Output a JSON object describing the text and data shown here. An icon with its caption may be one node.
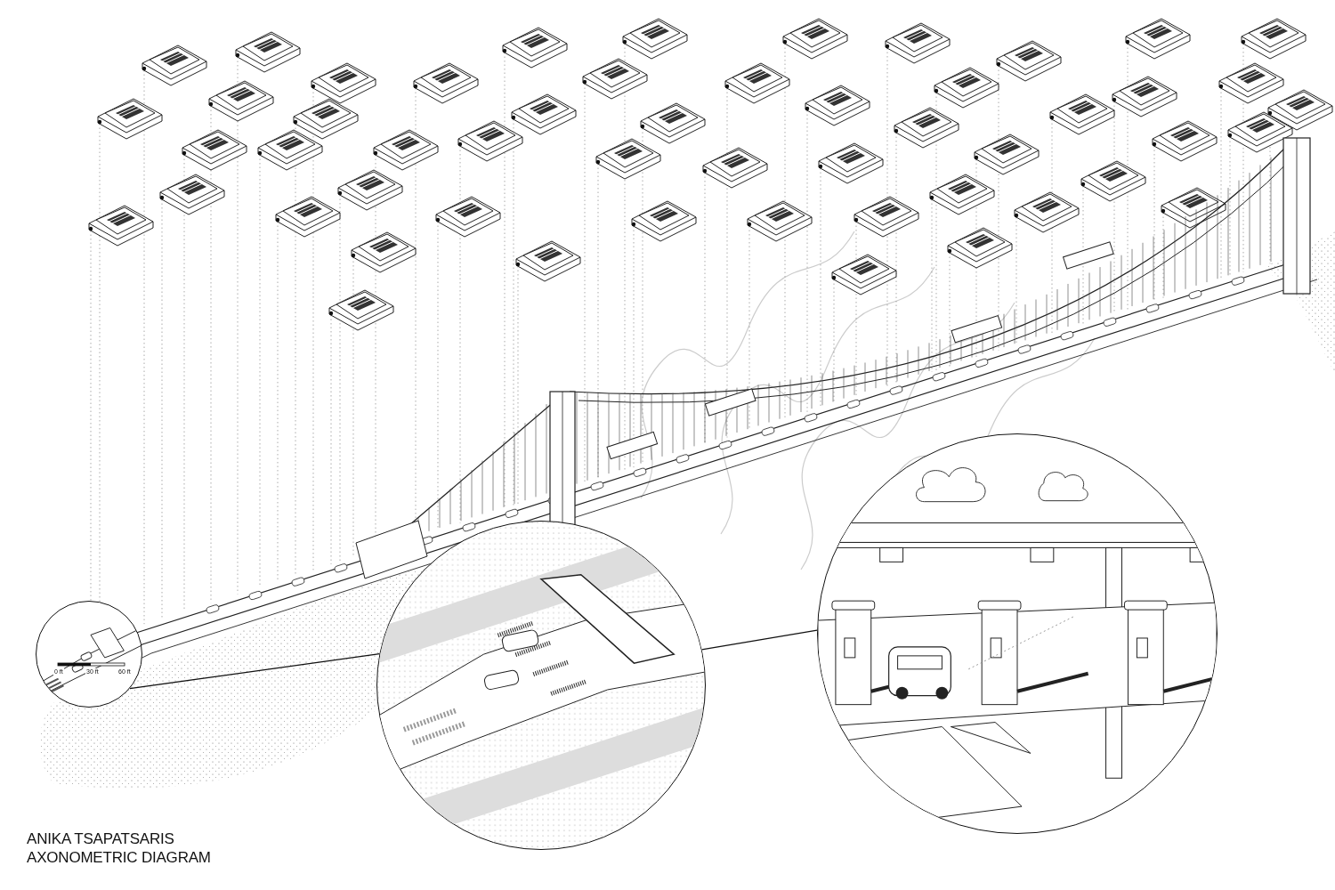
{
  "diagram": {
    "title": "AXONOMETRIC DIAGRAM",
    "nodes": [
      {
        "text": [],
        "shape": "circle"
      },
      {
        "text": [],
        "shape": "circle"
      },
      {
        "text": [],
        "shape": "circle"
      }
    ],
    "edges": [
      {
        "from": 0,
        "to": 1,
        "arrow": "none"
      },
      {
        "from": 1,
        "to": 2,
        "arrow": "none"
      }
    ],
    "labels": [
      "0 ft",
      "30 ft",
      "60 ft",
      "ANIKA TSAPATSARIS"
    ]
  }
}
